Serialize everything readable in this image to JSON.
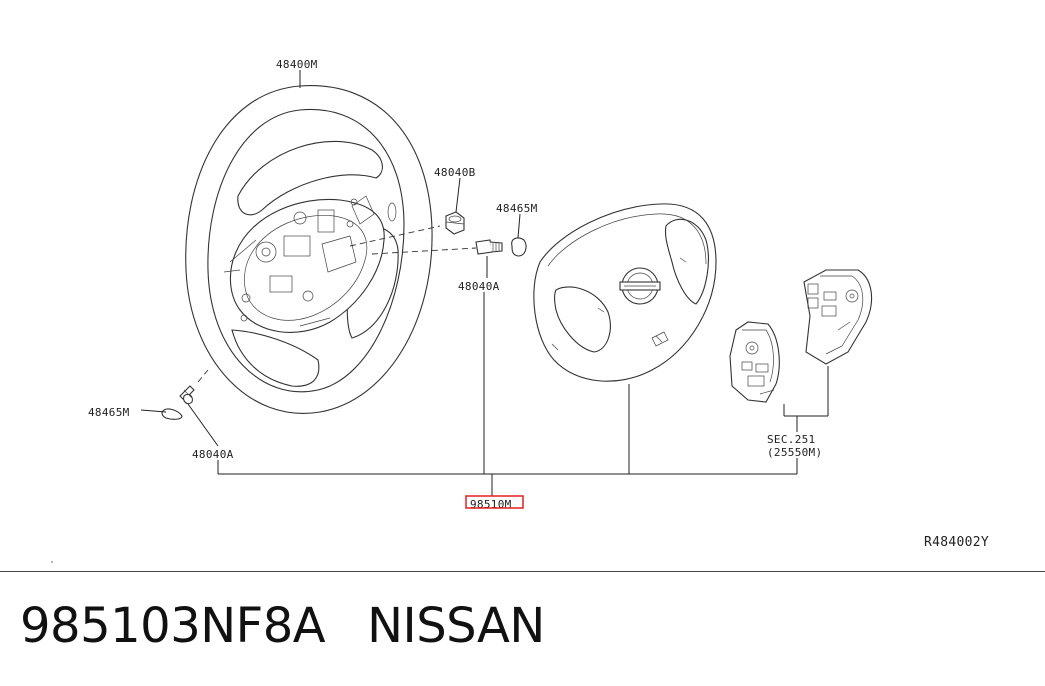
{
  "diagram": {
    "labels": {
      "wheel": "48400M",
      "nut": "48040B",
      "cap_top": "48465M",
      "bolt_right": "48040A",
      "cap_left": "48465M",
      "bolt_left": "48040A",
      "airbag": "98510M",
      "sec": "SEC.251",
      "sec_sub": "(25550M)",
      "ref": "R484002Y"
    },
    "highlight_color": "#e02020"
  },
  "footer": {
    "part_number": "985103NF8A",
    "brand": "NISSAN"
  }
}
